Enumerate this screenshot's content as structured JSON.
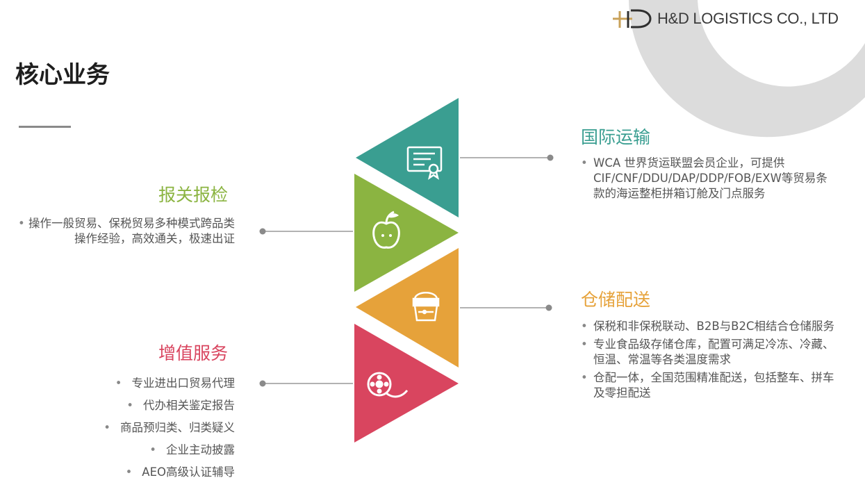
{
  "header": {
    "company_name": "H&D LOGISTICS CO., LTD",
    "logo_icon": "hd-monogram-logo",
    "page_title": "核心业务"
  },
  "sections": [
    {
      "id": "international-transport",
      "title": "国际运输",
      "color": "#3a9e91",
      "icon": "certificate-icon",
      "bullets": [
        "WCA 世界货运联盟会员企业，可提供CIF/CNF/DDU/DAP/DDP/FOB/EXW等贸易条款的海运整柜拼箱订舱及门点服务"
      ]
    },
    {
      "id": "customs-inspection",
      "title": "报关报检",
      "color": "#8bb441",
      "icon": "apple-icon",
      "bullets": [
        "操作一般贸易、保税贸易多种模式跨品类操作经验，高效通关，极速出证"
      ]
    },
    {
      "id": "warehousing-distribution",
      "title": "仓储配送",
      "color": "#e6a23a",
      "icon": "basket-icon",
      "bullets": [
        "保税和非保税联动、B2B与B2C相结合仓储服务",
        "专业食品级存储仓库，配置可满足冷冻、冷藏、恒温、常温等各类温度需求",
        "仓配一体，全国范围精准配送，包括整车、拼车及零担配送"
      ]
    },
    {
      "id": "value-added-services",
      "title": "增值服务",
      "color": "#d9455f",
      "icon": "film-reel-icon",
      "bullets": [
        "专业进出口贸易代理",
        "代办相关鉴定报告",
        "商品预归类、归类疑义",
        "企业主动披露",
        "AEO高级认证辅导"
      ]
    }
  ]
}
